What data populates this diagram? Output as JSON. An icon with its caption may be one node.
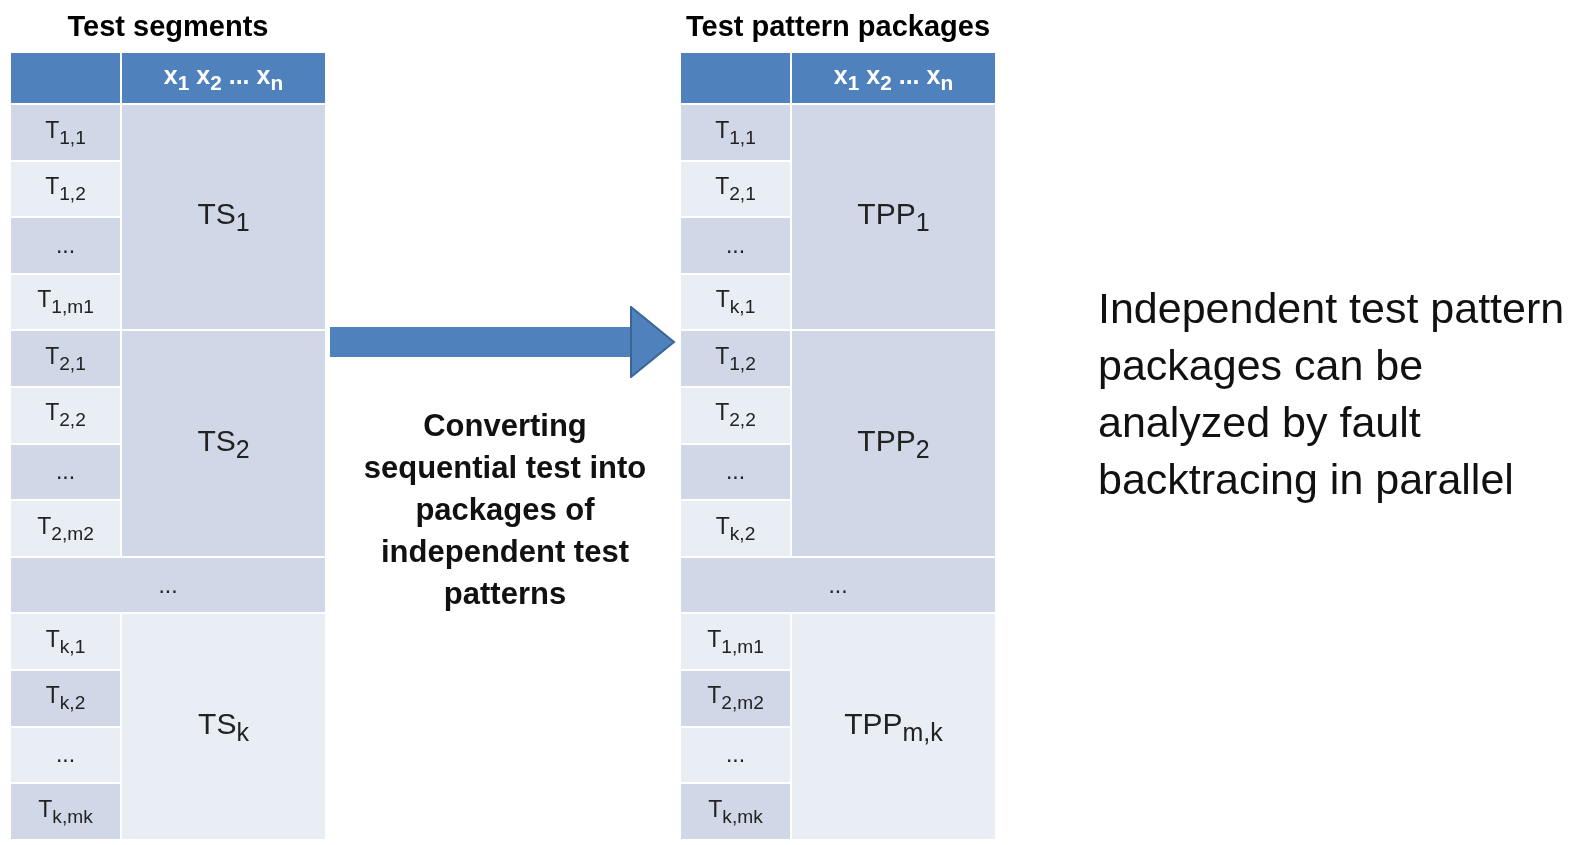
{
  "diagram": {
    "nodes": [
      {
        "text": [
          "Test segments"
        ]
      },
      {
        "text": [
          "Test pattern packages"
        ]
      }
    ],
    "edges": [
      {
        "from": 0,
        "to": 1,
        "arrow": "to",
        "label": "Converting sequential test into packages of independent test patterns"
      }
    ],
    "labels": [
      "x$_{1}$ x$_{2}$ ... x$_{n}$",
      "T$_{1,1}$",
      "TS$_{1}$",
      "T$_{1,2}$",
      "...",
      "T$_{1,m1}$",
      "T$_{2,1}$",
      "TS$_{2}$",
      "T$_{2,2}$",
      "...",
      "T$_{2,m2}$",
      "...",
      "T$_{k,1}$",
      "TS$_{k}$",
      "T$_{k,2}$",
      "...",
      "T$_{k,mk}$",
      "x$_{1}$ x$_{2}$ ... x$_{n}$",
      "T$_{1,1}$",
      "TPP$_{1}$",
      "T$_{2,1}$",
      "...",
      "T$_{k,1}$",
      "T$_{1,2}$",
      "TPP$_{2}$",
      "T$_{2,2}$",
      "...",
      "T$_{k,2}$",
      "...",
      "T$_{1,m1}$",
      "TPP$_{m,k}$",
      "T$_{2,m2}$",
      "...",
      "T$_{k,mk}$",
      "Independent test pattern packages can be analyzed by fault backtracing in parallel"
    ]
  }
}
